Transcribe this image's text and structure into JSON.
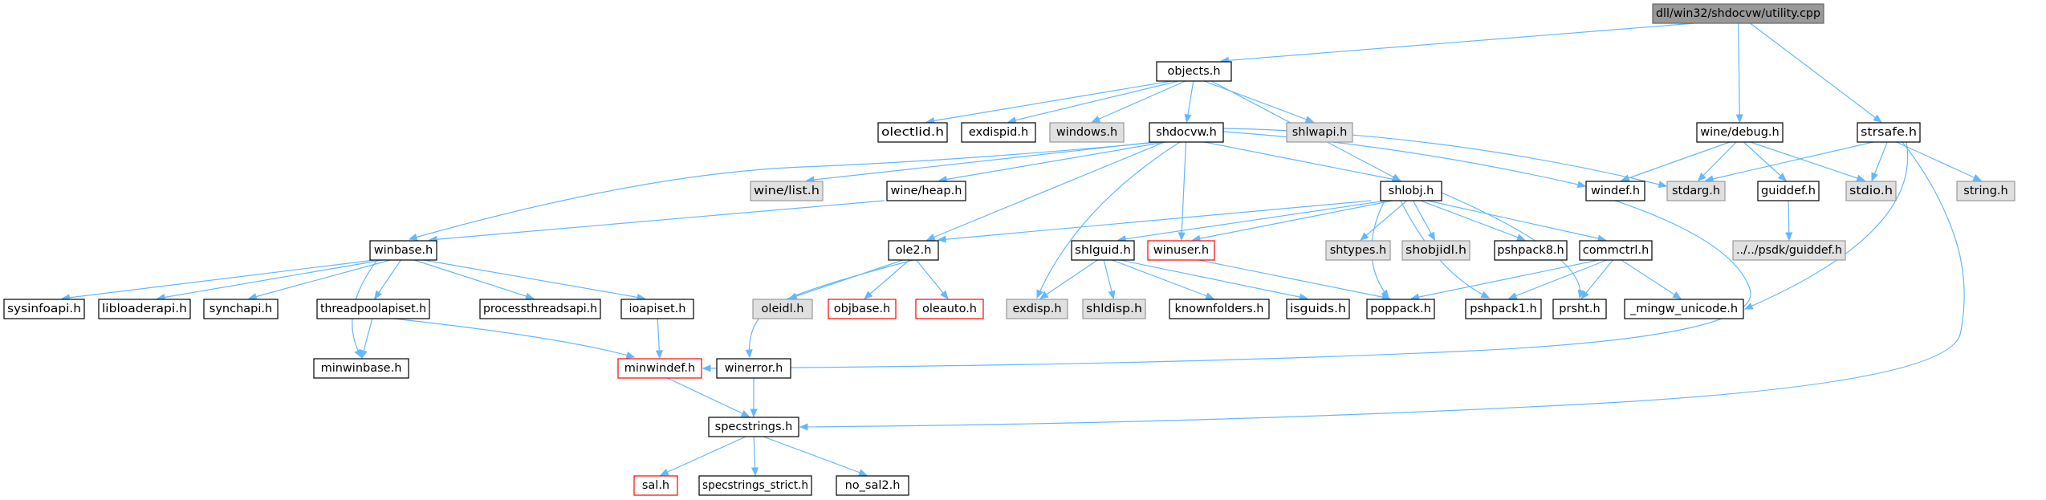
{
  "graph": {
    "title": "dll/win32/shdocvw/utility.cpp",
    "colors": {
      "root_fill": "#999999",
      "normal_fill": "#ffffff",
      "missing_fill": "#e0e0e0",
      "normal_border": "#000000",
      "missing_border": "#999999",
      "broken_border": "#ff0000",
      "edge": "#63b8ff"
    },
    "nodes": [
      {
        "id": "root",
        "label": "dll/win32/shdocvw/utility.cpp",
        "kind": "root"
      },
      {
        "id": "objects_h",
        "label": "objects.h",
        "kind": "normal"
      },
      {
        "id": "wine_debug_h",
        "label": "wine/debug.h",
        "kind": "normal"
      },
      {
        "id": "strsafe_h",
        "label": "strsafe.h",
        "kind": "normal"
      },
      {
        "id": "olectlid_h",
        "label": "olectlid.h",
        "kind": "normal"
      },
      {
        "id": "exdispid_h",
        "label": "exdispid.h",
        "kind": "normal"
      },
      {
        "id": "windows_h",
        "label": "windows.h",
        "kind": "missing"
      },
      {
        "id": "shdocvw_h",
        "label": "shdocvw.h",
        "kind": "normal"
      },
      {
        "id": "shlwapi_h",
        "label": "shlwapi.h",
        "kind": "missing"
      },
      {
        "id": "wine_list_h",
        "label": "wine/list.h",
        "kind": "missing"
      },
      {
        "id": "wine_heap_h",
        "label": "wine/heap.h",
        "kind": "normal"
      },
      {
        "id": "shlobj_h",
        "label": "shlobj.h",
        "kind": "normal"
      },
      {
        "id": "windef_h",
        "label": "windef.h",
        "kind": "normal"
      },
      {
        "id": "stdarg_h",
        "label": "stdarg.h",
        "kind": "missing"
      },
      {
        "id": "guiddef_h",
        "label": "guiddef.h",
        "kind": "normal"
      },
      {
        "id": "stdio_h",
        "label": "stdio.h",
        "kind": "missing"
      },
      {
        "id": "string_h",
        "label": "string.h",
        "kind": "missing"
      },
      {
        "id": "psdk_guiddef_h",
        "label": "../../psdk/guiddef.h",
        "kind": "missing"
      },
      {
        "id": "winbase_h",
        "label": "winbase.h",
        "kind": "normal"
      },
      {
        "id": "ole2_h",
        "label": "ole2.h",
        "kind": "normal"
      },
      {
        "id": "shlguid_h",
        "label": "shlguid.h",
        "kind": "normal"
      },
      {
        "id": "winuser_h",
        "label": "winuser.h",
        "kind": "broken"
      },
      {
        "id": "shtypes_h",
        "label": "shtypes.h",
        "kind": "missing"
      },
      {
        "id": "shobjidl_h",
        "label": "shobjidl.h",
        "kind": "missing"
      },
      {
        "id": "pshpack8_h",
        "label": "pshpack8.h",
        "kind": "normal"
      },
      {
        "id": "commctrl_h",
        "label": "commctrl.h",
        "kind": "normal"
      },
      {
        "id": "sysinfoapi_h",
        "label": "sysinfoapi.h",
        "kind": "normal"
      },
      {
        "id": "libloaderapi_h",
        "label": "libloaderapi.h",
        "kind": "normal"
      },
      {
        "id": "synchapi_h",
        "label": "synchapi.h",
        "kind": "normal"
      },
      {
        "id": "threadpoolapiset_h",
        "label": "threadpoolapiset.h",
        "kind": "normal"
      },
      {
        "id": "processthreadsapi_h",
        "label": "processthreadsapi.h",
        "kind": "normal"
      },
      {
        "id": "ioapiset_h",
        "label": "ioapiset.h",
        "kind": "normal"
      },
      {
        "id": "oleidl_h",
        "label": "oleidl.h",
        "kind": "missing"
      },
      {
        "id": "objbase_h",
        "label": "objbase.h",
        "kind": "broken"
      },
      {
        "id": "oleauto_h",
        "label": "oleauto.h",
        "kind": "broken"
      },
      {
        "id": "exdisp_h",
        "label": "exdisp.h",
        "kind": "missing"
      },
      {
        "id": "shldisp_h",
        "label": "shldisp.h",
        "kind": "missing"
      },
      {
        "id": "knownfolders_h",
        "label": "knownfolders.h",
        "kind": "normal"
      },
      {
        "id": "isguids_h",
        "label": "isguids.h",
        "kind": "normal"
      },
      {
        "id": "poppack_h",
        "label": "poppack.h",
        "kind": "normal"
      },
      {
        "id": "pshpack1_h",
        "label": "pshpack1.h",
        "kind": "normal"
      },
      {
        "id": "prsht_h",
        "label": "prsht.h",
        "kind": "normal"
      },
      {
        "id": "mingw_unicode_h",
        "label": "_mingw_unicode.h",
        "kind": "normal"
      },
      {
        "id": "minwinbase_h",
        "label": "minwinbase.h",
        "kind": "normal"
      },
      {
        "id": "minwindef_h",
        "label": "minwindef.h",
        "kind": "broken"
      },
      {
        "id": "winerror_h",
        "label": "winerror.h",
        "kind": "normal"
      },
      {
        "id": "specstrings_h",
        "label": "specstrings.h",
        "kind": "normal"
      },
      {
        "id": "sal_h",
        "label": "sal.h",
        "kind": "broken"
      },
      {
        "id": "specstrings_strict_h",
        "label": "specstrings_strict.h",
        "kind": "normal"
      },
      {
        "id": "no_sal2_h",
        "label": "no_sal2.h",
        "kind": "normal"
      }
    ],
    "edges": [
      [
        "root",
        "objects_h"
      ],
      [
        "root",
        "wine_debug_h"
      ],
      [
        "root",
        "strsafe_h"
      ],
      [
        "objects_h",
        "olectlid_h"
      ],
      [
        "objects_h",
        "exdispid_h"
      ],
      [
        "objects_h",
        "windows_h"
      ],
      [
        "objects_h",
        "shdocvw_h"
      ],
      [
        "objects_h",
        "shlwapi_h"
      ],
      [
        "objects_h",
        "shlobj_h"
      ],
      [
        "shdocvw_h",
        "wine_list_h"
      ],
      [
        "shdocvw_h",
        "wine_heap_h"
      ],
      [
        "shdocvw_h",
        "winbase_h"
      ],
      [
        "shdocvw_h",
        "ole2_h"
      ],
      [
        "shdocvw_h",
        "exdisp_h"
      ],
      [
        "shdocvw_h",
        "winuser_h"
      ],
      [
        "shdocvw_h",
        "shlobj_h"
      ],
      [
        "shdocvw_h",
        "windef_h"
      ],
      [
        "shdocvw_h",
        "stdarg_h"
      ],
      [
        "wine_heap_h",
        "winbase_h"
      ],
      [
        "wine_debug_h",
        "windef_h"
      ],
      [
        "wine_debug_h",
        "stdarg_h"
      ],
      [
        "wine_debug_h",
        "guiddef_h"
      ],
      [
        "wine_debug_h",
        "stdio_h"
      ],
      [
        "strsafe_h",
        "stdarg_h"
      ],
      [
        "strsafe_h",
        "stdio_h"
      ],
      [
        "strsafe_h",
        "string_h"
      ],
      [
        "strsafe_h",
        "mingw_unicode_h"
      ],
      [
        "strsafe_h",
        "specstrings_h"
      ],
      [
        "guiddef_h",
        "psdk_guiddef_h"
      ],
      [
        "windef_h",
        "minwindef_h"
      ],
      [
        "shlobj_h",
        "ole2_h"
      ],
      [
        "shlobj_h",
        "shlguid_h"
      ],
      [
        "shlobj_h",
        "winuser_h"
      ],
      [
        "shlobj_h",
        "shtypes_h"
      ],
      [
        "shlobj_h",
        "shobjidl_h"
      ],
      [
        "shlobj_h",
        "pshpack8_h"
      ],
      [
        "shlobj_h",
        "commctrl_h"
      ],
      [
        "shlobj_h",
        "poppack_h"
      ],
      [
        "shlobj_h",
        "pshpack1_h"
      ],
      [
        "shlobj_h",
        "prsht_h"
      ],
      [
        "winbase_h",
        "sysinfoapi_h"
      ],
      [
        "winbase_h",
        "libloaderapi_h"
      ],
      [
        "winbase_h",
        "synchapi_h"
      ],
      [
        "winbase_h",
        "threadpoolapiset_h"
      ],
      [
        "winbase_h",
        "processthreadsapi_h"
      ],
      [
        "winbase_h",
        "ioapiset_h"
      ],
      [
        "winbase_h",
        "minwinbase_h"
      ],
      [
        "threadpoolapiset_h",
        "minwinbase_h"
      ],
      [
        "threadpoolapiset_h",
        "minwindef_h"
      ],
      [
        "ioapiset_h",
        "minwindef_h"
      ],
      [
        "ole2_h",
        "oleidl_h"
      ],
      [
        "ole2_h",
        "objbase_h"
      ],
      [
        "ole2_h",
        "oleauto_h"
      ],
      [
        "ole2_h",
        "winerror_h"
      ],
      [
        "shlguid_h",
        "exdisp_h"
      ],
      [
        "shlguid_h",
        "shldisp_h"
      ],
      [
        "shlguid_h",
        "knownfolders_h"
      ],
      [
        "shlguid_h",
        "isguids_h"
      ],
      [
        "winuser_h",
        "poppack_h"
      ],
      [
        "commctrl_h",
        "poppack_h"
      ],
      [
        "commctrl_h",
        "pshpack1_h"
      ],
      [
        "commctrl_h",
        "prsht_h"
      ],
      [
        "commctrl_h",
        "mingw_unicode_h"
      ],
      [
        "minwindef_h",
        "specstrings_h"
      ],
      [
        "winerror_h",
        "specstrings_h"
      ],
      [
        "specstrings_h",
        "sal_h"
      ],
      [
        "specstrings_h",
        "specstrings_strict_h"
      ],
      [
        "specstrings_h",
        "no_sal2_h"
      ]
    ]
  }
}
